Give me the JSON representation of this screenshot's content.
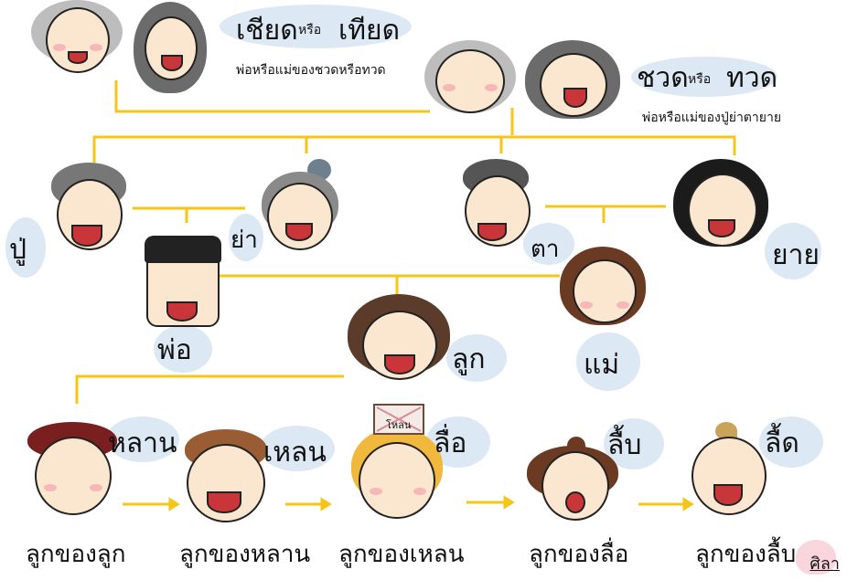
{
  "generations": {
    "great_great": {
      "name": "เชียด",
      "or_word": "หรือ",
      "alt": "เทียด",
      "desc": "พ่อหรือแม่ของชวดหรือทวด"
    },
    "great": {
      "name": "ชวด",
      "or_word": "หรือ",
      "alt": "ทวด",
      "desc": "พ่อหรือแม่ของปู่ย่าตายาย"
    }
  },
  "people": {
    "pu": "ปู่",
    "ya": "ย่า",
    "ta": "ตา",
    "yai": "ยาย",
    "pho": "พ่อ",
    "mae": "แม่",
    "luk": "ลูก",
    "lan": "หลาน",
    "len": "เหลน",
    "lue": "ลื่อ",
    "luep": "ลื้บ",
    "luet": "ลื้ด"
  },
  "descendant_captions": [
    "ลูกของลูก",
    "ลูกของหลาน",
    "ลูกของเหลน",
    "ลูกของลื่อ",
    "ลูกของลื้บ"
  ],
  "crossed_label": "โหลน",
  "signature": "ศิลา",
  "colors": {
    "line": "#f5c518",
    "blob": "#dde8f5",
    "skin": "#fbe6cf",
    "mouth": "#c8363a"
  }
}
